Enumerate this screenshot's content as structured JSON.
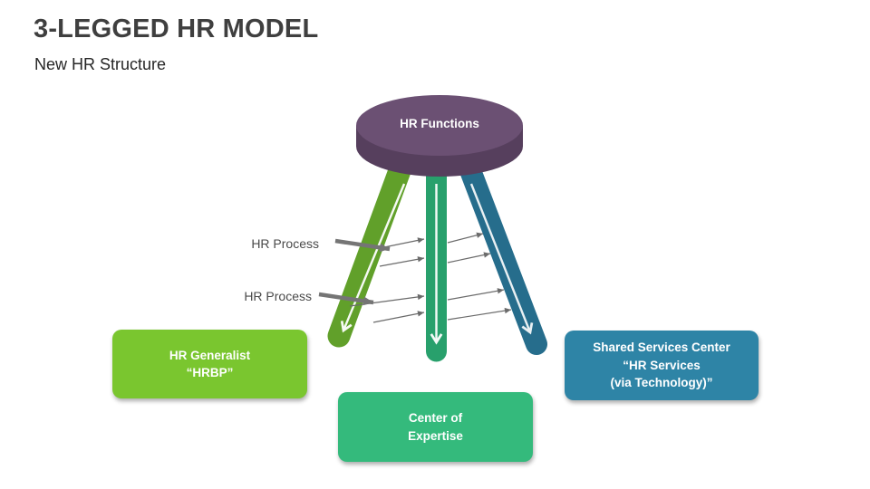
{
  "slide": {
    "title": "3-LEGGED HR MODEL",
    "subtitle": "New HR Structure"
  },
  "stool": {
    "seat_label": "HR Functions"
  },
  "process_labels": [
    {
      "text": "HR Process"
    },
    {
      "text": "HR Process"
    }
  ],
  "boxes": {
    "left": {
      "lines": [
        "HR Generalist",
        "“HRBP”"
      ]
    },
    "center": {
      "lines": [
        "Center of",
        "Expertise"
      ]
    },
    "right": {
      "lines": [
        "Shared Services Center",
        "“HR Services",
        "(via Technology)”"
      ]
    }
  },
  "colors": {
    "title_text": "#3f3f3f",
    "subtitle_text": "#262626",
    "label_text": "#4a4a4a",
    "seat_top": "#6b5073",
    "seat_side": "#563f5d",
    "leg_left": "#61a02a",
    "leg_center": "#28a06c",
    "leg_right": "#266d8c",
    "box_left": "#7ac62f",
    "box_center": "#34ba7c",
    "box_right": "#2e84a6",
    "thin_arrow": "#6b6b6b",
    "thick_arrow": "#757575",
    "white": "#ffffff"
  }
}
